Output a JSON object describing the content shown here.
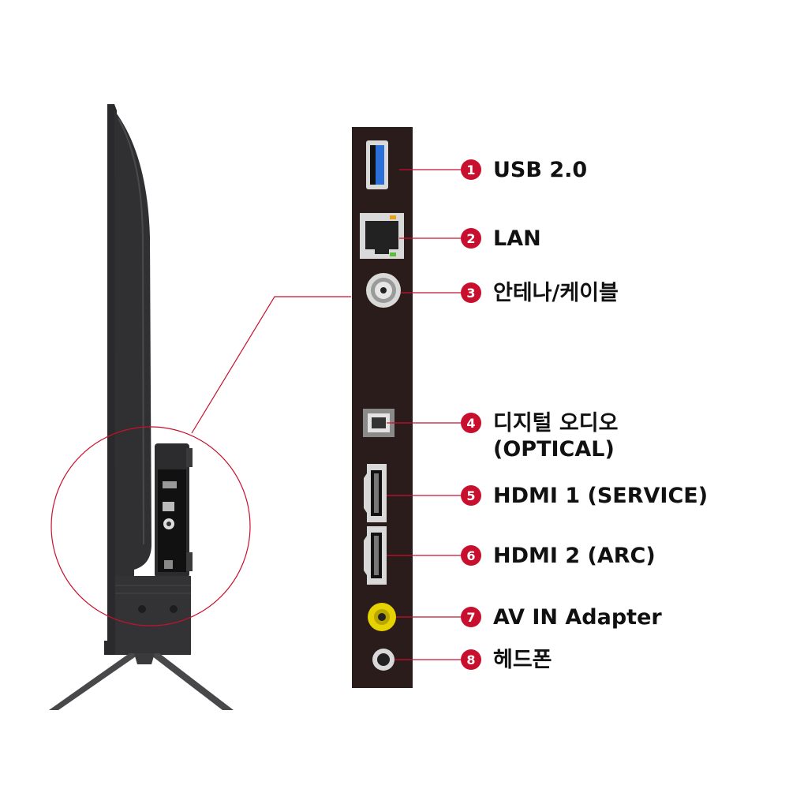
{
  "accent_color": "#c8102e",
  "ports": [
    {
      "number": "1",
      "label": "USB 2.0",
      "icon": "usb-port-icon"
    },
    {
      "number": "2",
      "label": "LAN",
      "icon": "ethernet-port-icon"
    },
    {
      "number": "3",
      "label": "안테나/케이블",
      "icon": "coaxial-port-icon"
    },
    {
      "number": "4",
      "label": "디지털 오디오",
      "sub_label": "(OPTICAL)",
      "icon": "optical-port-icon"
    },
    {
      "number": "5",
      "label": "HDMI 1 (SERVICE)",
      "icon": "hdmi-port-icon"
    },
    {
      "number": "6",
      "label": "HDMI 2 (ARC)",
      "icon": "hdmi-port-icon"
    },
    {
      "number": "7",
      "label": "AV IN Adapter",
      "icon": "av-in-port-icon"
    },
    {
      "number": "8",
      "label": "헤드폰",
      "icon": "headphone-jack-icon"
    }
  ]
}
